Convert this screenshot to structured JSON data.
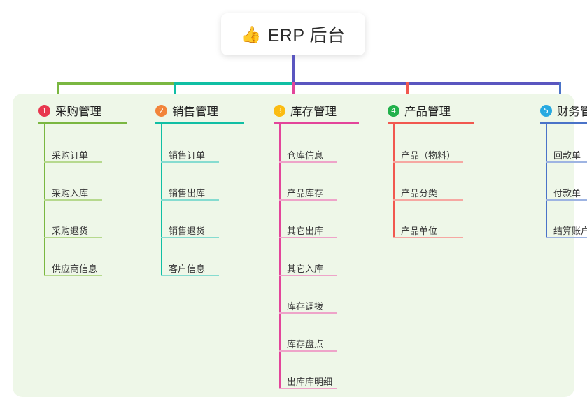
{
  "root": {
    "icon": "thumbs-up",
    "icon_glyph": "👍",
    "label": "ERP 后台"
  },
  "palette": {
    "panel_background": "#eef7e8",
    "page_background": "#ffffff",
    "trunk": "#5a56c0",
    "bar_left": "#7ab741",
    "bar_mid": "#10bfa4",
    "bar_right": "#5a56c0"
  },
  "columns": [
    {
      "index": "1",
      "title": "采购管理",
      "badge_color": "#e8384f",
      "line_color": "#7ab741",
      "tint_color": "#b6d98e",
      "drop_color": "#7ab741",
      "items": [
        "采购订单",
        "采购入库",
        "采购退货",
        "供应商信息"
      ]
    },
    {
      "index": "2",
      "title": "销售管理",
      "badge_color": "#f2843a",
      "line_color": "#10bfa4",
      "tint_color": "#86dcd0",
      "drop_color": "#10bfa4",
      "items": [
        "销售订单",
        "销售出库",
        "销售退货",
        "客户信息"
      ]
    },
    {
      "index": "3",
      "title": "库存管理",
      "badge_color": "#fbbc12",
      "line_color": "#e3459a",
      "tint_color": "#eea4c9",
      "drop_color": "#e3459a",
      "items": [
        "仓库信息",
        "产品库存",
        "其它出库",
        "其它入库",
        "库存调拨",
        "库存盘点",
        "出库库明细"
      ]
    },
    {
      "index": "4",
      "title": "产品管理",
      "badge_color": "#22b14c",
      "line_color": "#f1584f",
      "tint_color": "#f6a8a2",
      "drop_color": "#f1584f",
      "items": [
        "产品（物料）",
        "产品分类",
        "产品单位"
      ]
    },
    {
      "index": "5",
      "title": "财务管理",
      "badge_color": "#27a9e1",
      "line_color": "#4a73c8",
      "tint_color": "#9eb4e2",
      "drop_color": "#4a73c8",
      "items": [
        "回款单",
        "付款单",
        "结算账户"
      ]
    }
  ]
}
